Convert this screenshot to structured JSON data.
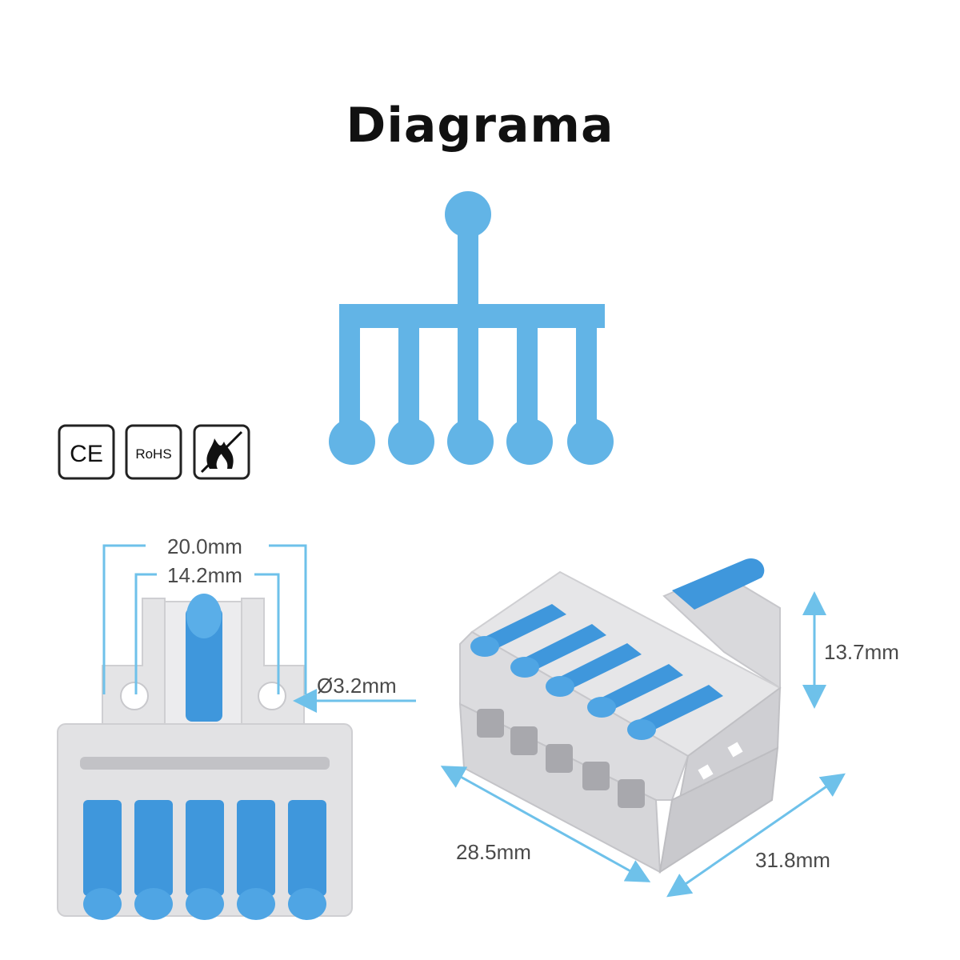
{
  "title": "Diagrama",
  "colors": {
    "accent": "#62b4e6",
    "connector_body": "#e2e2e4",
    "lever": "#3f97dc",
    "dimension_line": "#6ec1ea"
  },
  "diagram": {
    "inputs": 1,
    "outputs": 5
  },
  "certifications": [
    {
      "label": "CE",
      "icon": "ce-mark-icon"
    },
    {
      "label": "RoHS",
      "icon": "rohs-icon"
    },
    {
      "label": "",
      "icon": "flame-retardant-icon"
    }
  ],
  "dimensions": {
    "outer_width": "20.0mm",
    "hole_spacing": "14.2mm",
    "hole_diameter": "Ø3.2mm",
    "height": "13.7mm",
    "length": "28.5mm",
    "depth": "31.8mm"
  }
}
